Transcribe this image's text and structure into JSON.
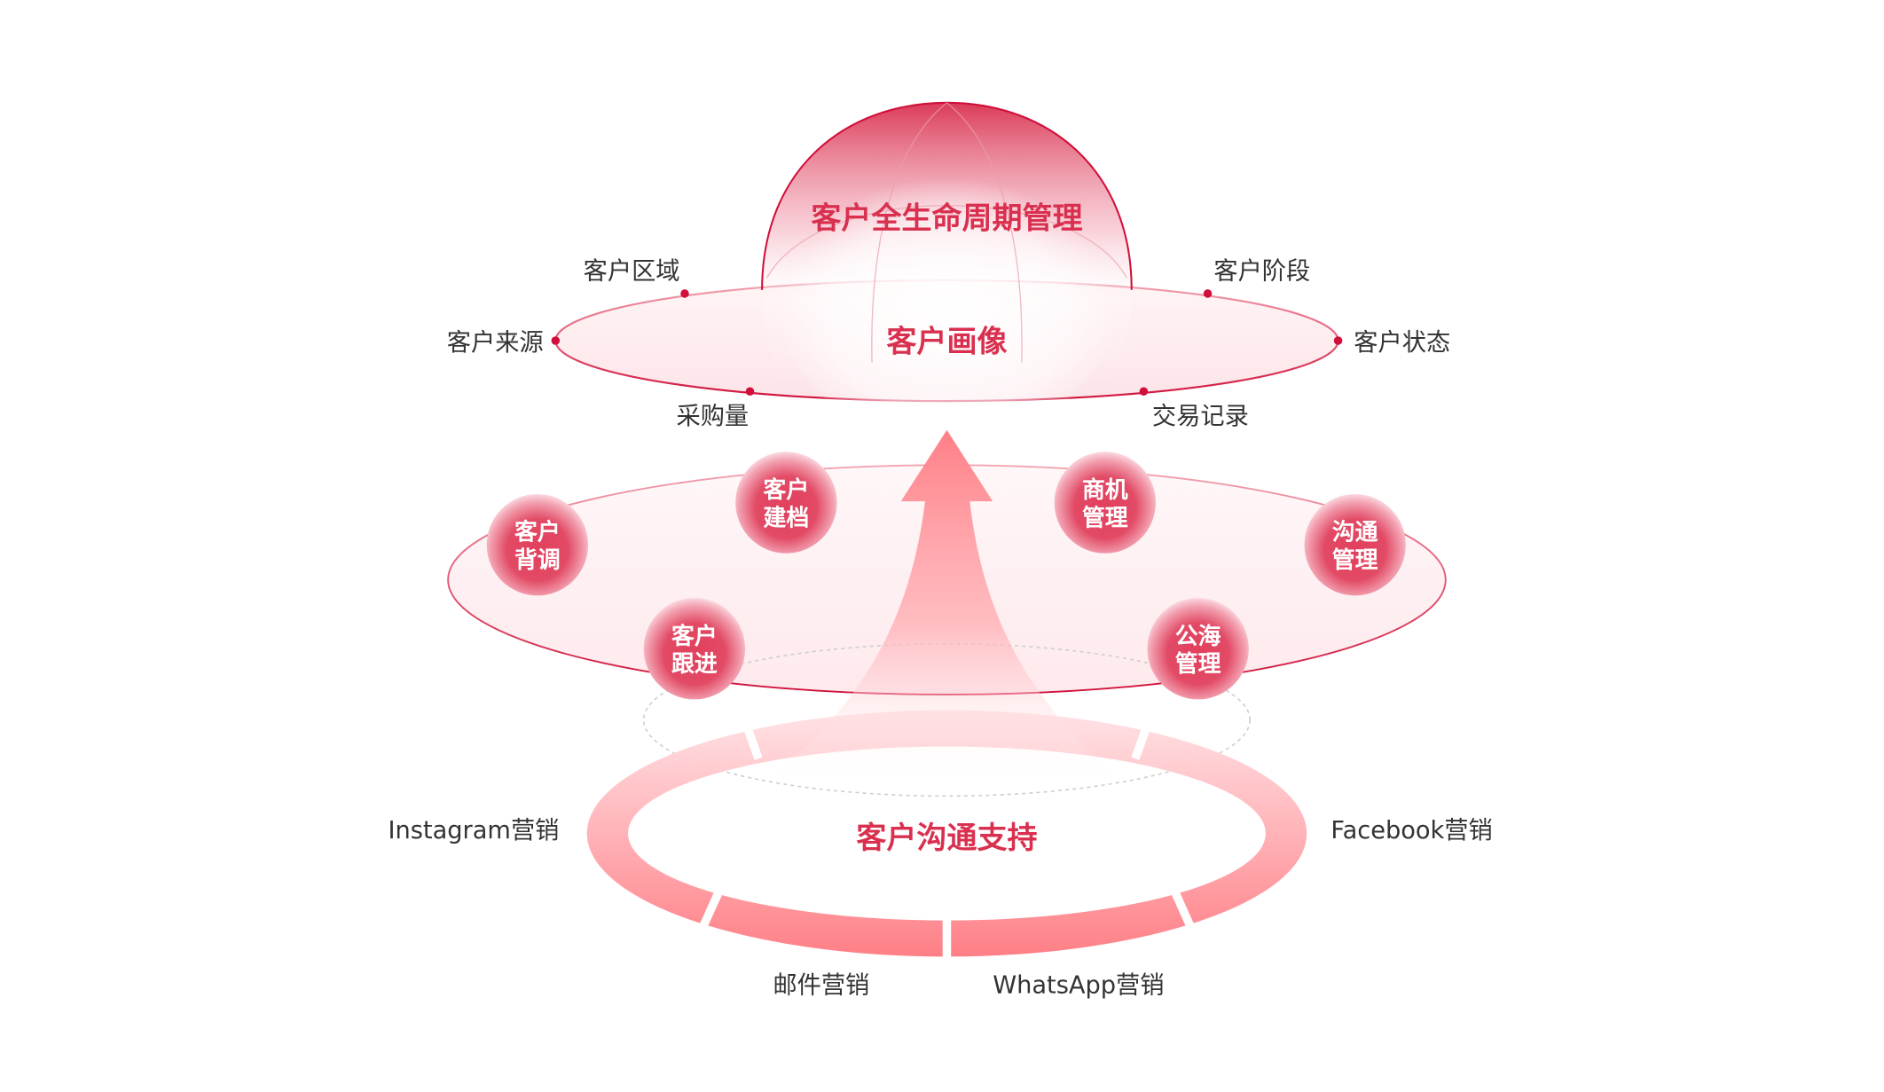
{
  "colors": {
    "accent": "#d9304f",
    "accent_light": "#ff8a8f",
    "text": "#333333"
  },
  "dome": {
    "title": "客户全生命周期管理"
  },
  "portrait": {
    "title": "客户画像",
    "attributes": {
      "region": "客户区域",
      "stage": "客户阶段",
      "source": "客户来源",
      "status": "客户状态",
      "purchase": "采购量",
      "transactions": "交易记录"
    }
  },
  "modules": [
    {
      "line1": "客户",
      "line2": "背调"
    },
    {
      "line1": "客户",
      "line2": "建档"
    },
    {
      "line1": "商机",
      "line2": "管理"
    },
    {
      "line1": "沟通",
      "line2": "管理"
    },
    {
      "line1": "客户",
      "line2": "跟进"
    },
    {
      "line1": "公海",
      "line2": "管理"
    }
  ],
  "communication": {
    "title": "客户沟通支持",
    "channels": {
      "instagram": "Instagram营销",
      "facebook": "Facebook营销",
      "email": "邮件营销",
      "whatsapp": "WhatsApp营销"
    }
  }
}
